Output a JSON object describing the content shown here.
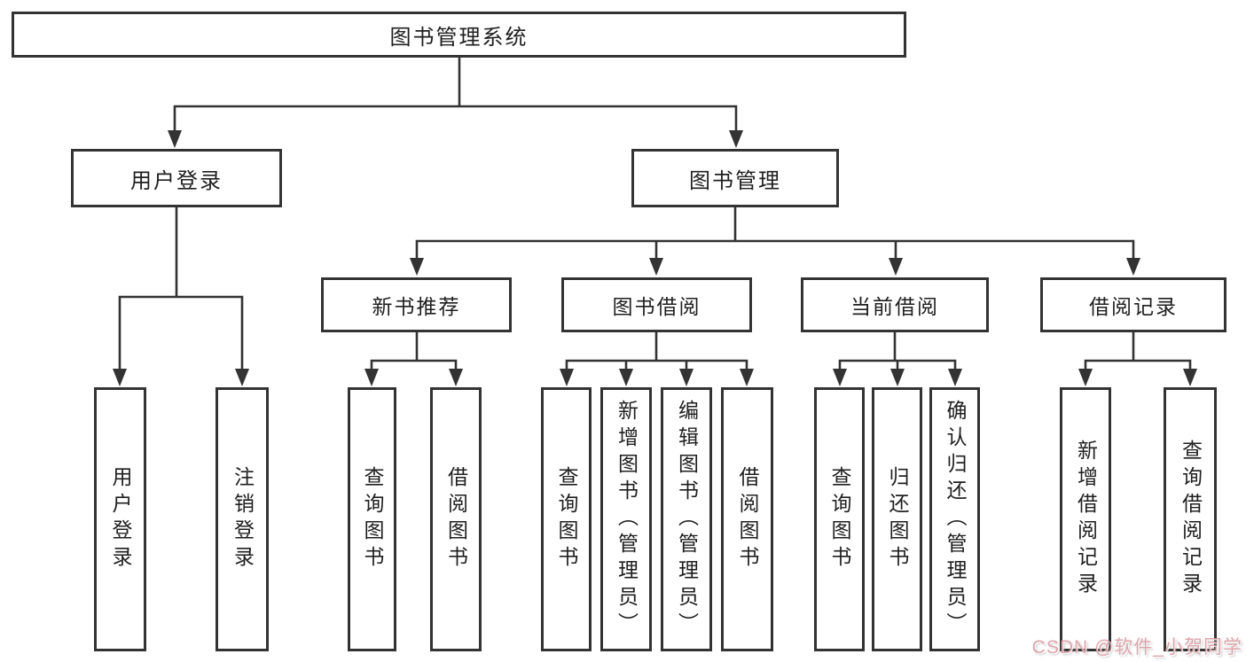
{
  "tree": {
    "label": "图书管理系统",
    "children": [
      {
        "label": "用户登录",
        "children": [
          {
            "label": "用户登录"
          },
          {
            "label": "注销登录"
          }
        ]
      },
      {
        "label": "图书管理",
        "children": [
          {
            "label": "新书推荐",
            "children": [
              {
                "label": "查询图书"
              },
              {
                "label": "借阅图书"
              }
            ]
          },
          {
            "label": "图书借阅",
            "children": [
              {
                "label": "查询图书"
              },
              {
                "label": "新增图书（管理员）"
              },
              {
                "label": "编辑图书（管理员）"
              },
              {
                "label": "借阅图书"
              }
            ]
          },
          {
            "label": "当前借阅",
            "children": [
              {
                "label": "查询图书"
              },
              {
                "label": "归还图书"
              },
              {
                "label": "确认归还（管理员）"
              }
            ]
          },
          {
            "label": "借阅记录",
            "children": [
              {
                "label": "新增借阅记录"
              },
              {
                "label": "查询借阅记录"
              }
            ]
          }
        ]
      }
    ]
  },
  "watermark": {
    "text": "CSDN @软件_小贺同学",
    "color": "#d99aa1"
  },
  "colors": {
    "background": "#ffffff",
    "box_border": "#333333",
    "connector_line": "#333333",
    "text": "#1f1f1f"
  }
}
